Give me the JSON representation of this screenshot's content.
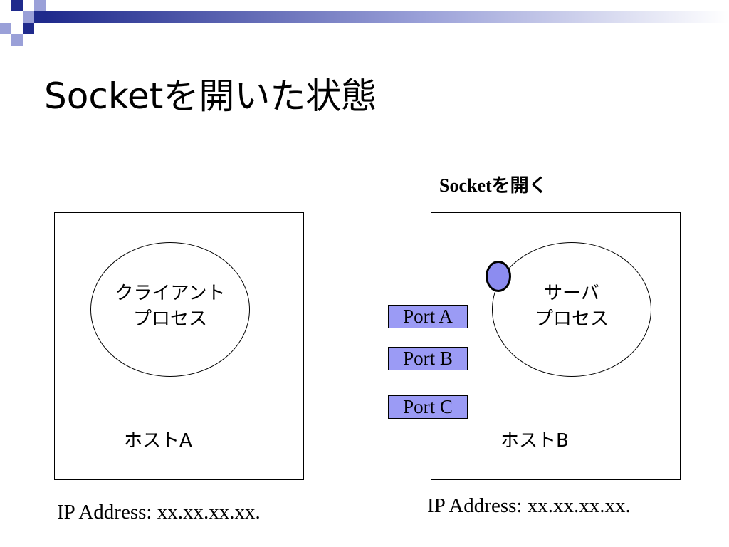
{
  "slide": {
    "title": "Socketを開いた状態",
    "caption": "Socketを開く"
  },
  "colors": {
    "header_blue": "#1f2a8c",
    "header_light": "#9aa0d8",
    "socket_fill": "#8c8cf0",
    "port_fill": "#9b9bf5"
  },
  "host_a": {
    "process_line1": "クライアント",
    "process_line2": "プロセス",
    "label": "ホストA",
    "ip": "IP Address: xx.xx.xx.xx."
  },
  "host_b": {
    "process_line1": "サーバ",
    "process_line2": "プロセス",
    "label": "ホストB",
    "ip": "IP Address: xx.xx.xx.xx.",
    "ports": [
      "Port A",
      "Port B",
      "Port C"
    ]
  }
}
